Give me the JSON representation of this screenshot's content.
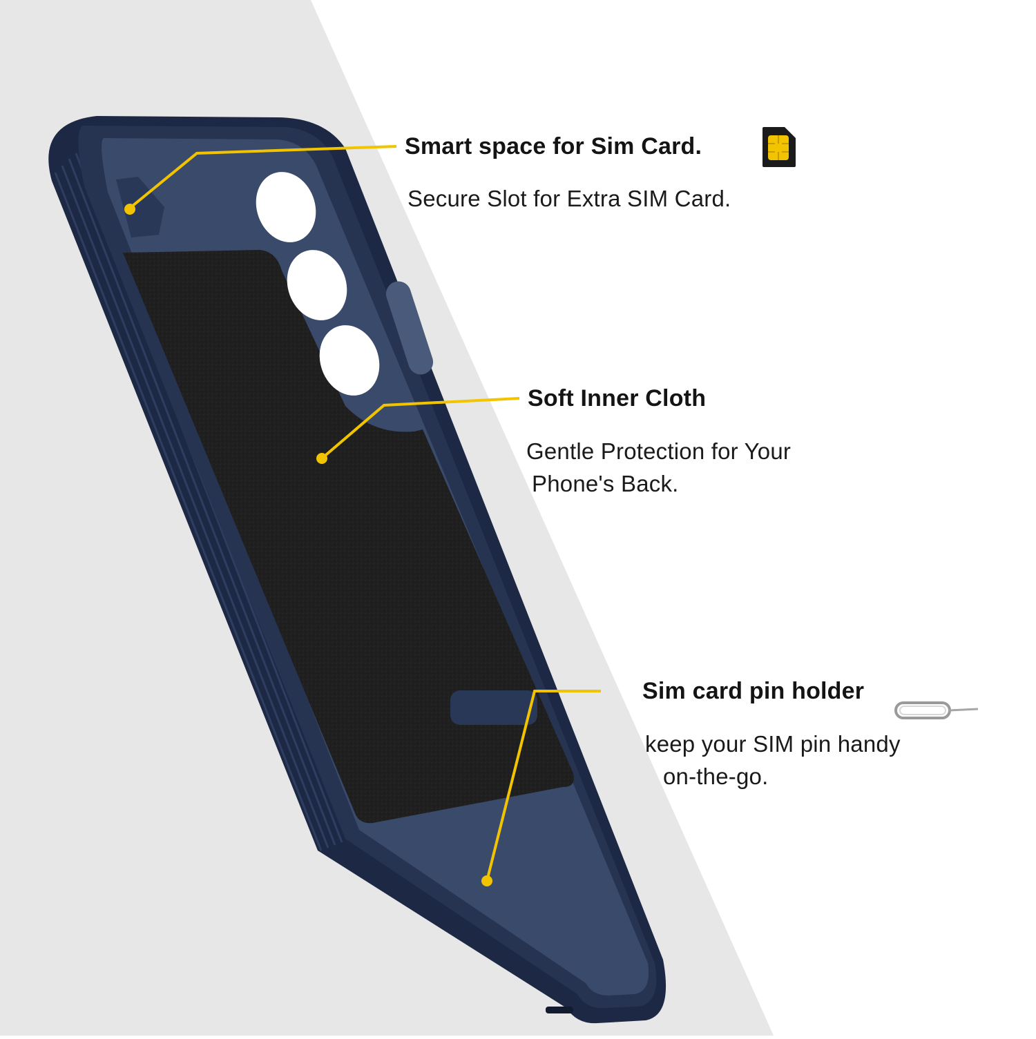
{
  "colors": {
    "background": "#ffffff",
    "left_panel": "#e7e7e7",
    "case_navy": "#243250",
    "case_inner": "#3a4a6a",
    "cloth": "#1e1e1e",
    "callout_line": "#f2c400"
  },
  "callouts": [
    {
      "heading": "Smart space for Sim Card.",
      "description_lines": [
        "Secure Slot for Extra SIM Card."
      ],
      "icon": "sim-card-icon"
    },
    {
      "heading": "Soft Inner Cloth",
      "description_lines": [
        "Gentle Protection for Your",
        "Phone's Back."
      ],
      "icon": ""
    },
    {
      "heading": "Sim card pin holder",
      "description_lines": [
        "keep your SIM pin handy",
        "on-the-go."
      ],
      "icon": "sim-eject-pin-icon"
    }
  ]
}
